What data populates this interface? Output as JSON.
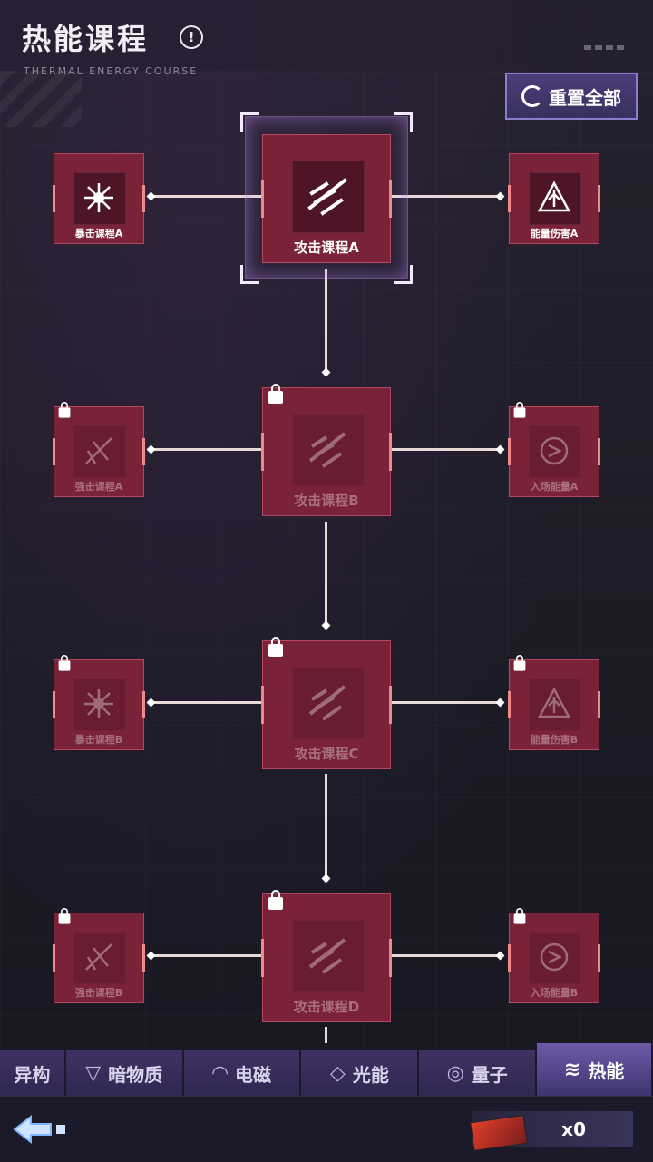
{
  "header": {
    "title": "热能课程",
    "subtitle": "THERMAL ENERGY COURSE",
    "reset_label": "重置全部"
  },
  "nodes": {
    "crit_a": "暴击课程A",
    "attack_a": "攻击课程A",
    "energy_dmg_a": "能量伤害A",
    "strong_a": "强击课程A",
    "attack_b": "攻击课程B",
    "entry_energy_a": "入场能量A",
    "crit_b": "暴击课程B",
    "attack_c": "攻击课程C",
    "energy_dmg_b": "能量伤害B",
    "strong_b": "强击课程B",
    "attack_d": "攻击课程D",
    "entry_energy_b": "入场能量B"
  },
  "tabs": [
    {
      "label": "异构",
      "icon": "heterostructure-icon"
    },
    {
      "label": "暗物质",
      "icon": "dark-matter-icon"
    },
    {
      "label": "电磁",
      "icon": "electromagnetic-icon"
    },
    {
      "label": "光能",
      "icon": "light-energy-icon"
    },
    {
      "label": "量子",
      "icon": "quantum-icon"
    },
    {
      "label": "热能",
      "icon": "thermal-icon",
      "active": true
    }
  ],
  "footer": {
    "item_count": "x0"
  },
  "colors": {
    "node_fill": "#7a2238",
    "node_border": "#b4475d",
    "tab_bg": "#3f3163",
    "accent": "#8c7cd0"
  }
}
